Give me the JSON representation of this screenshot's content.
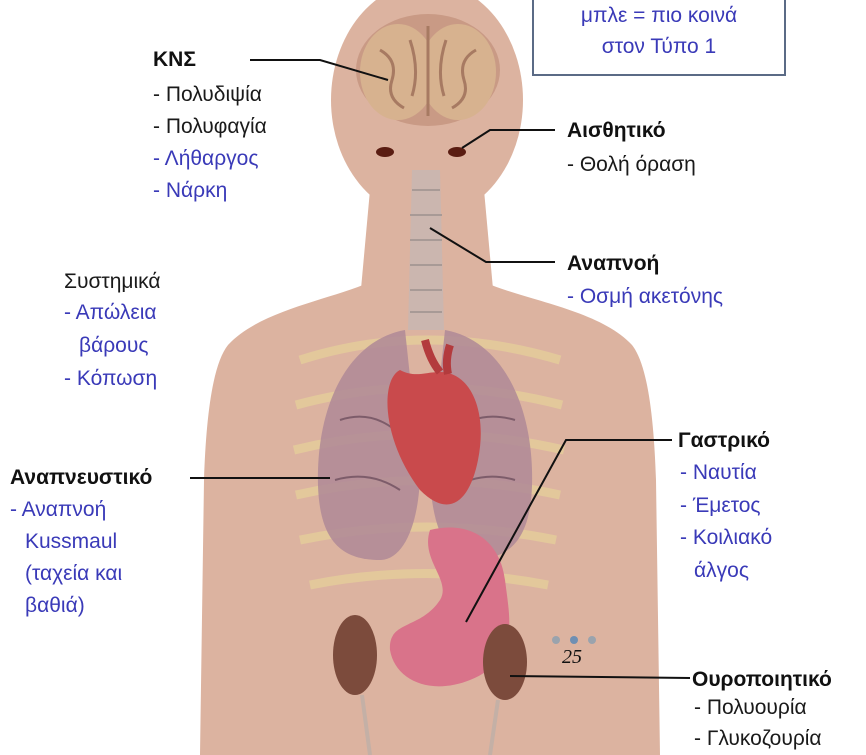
{
  "legend": {
    "line1": "μπλε = πιο κοινά",
    "line2": "στον Τύπο 1"
  },
  "cns": {
    "title": "ΚΝΣ",
    "items": [
      "- Πολυδιψία",
      "- Πολυφαγία",
      "- Λήθαργος",
      "- Νάρκη"
    ]
  },
  "sensory": {
    "title": "Αισθητικό",
    "items": [
      "- Θολή όραση"
    ]
  },
  "breath": {
    "title": "Αναπνοή",
    "items": [
      "- Οσμή ακετόνης"
    ]
  },
  "systemic": {
    "title": "Συστημικά",
    "items": [
      "- Απώλεια",
      "βάρους",
      "- Κόπωση"
    ]
  },
  "respiratory": {
    "title": "Αναπνευστικό",
    "items": [
      "- Αναπνοή",
      "Kussmaul",
      "(ταχεία και",
      "βαθιά)"
    ]
  },
  "gastric": {
    "title": "Γαστρικό",
    "items": [
      "- Ναυτία",
      "- Έμετος",
      "- Κοιλιακό",
      "άλγος"
    ]
  },
  "urinary": {
    "title": "Ουροποιητικό",
    "items": [
      "- Πολυουρία",
      "- Γλυκοζουρία"
    ]
  },
  "page_indicator": {
    "number": "25"
  },
  "colors": {
    "skin": "#dcb3a0",
    "emphasis_text": "#3a3ab8",
    "normal_text": "#1a1a1a",
    "legend_border": "#5b6b86"
  }
}
